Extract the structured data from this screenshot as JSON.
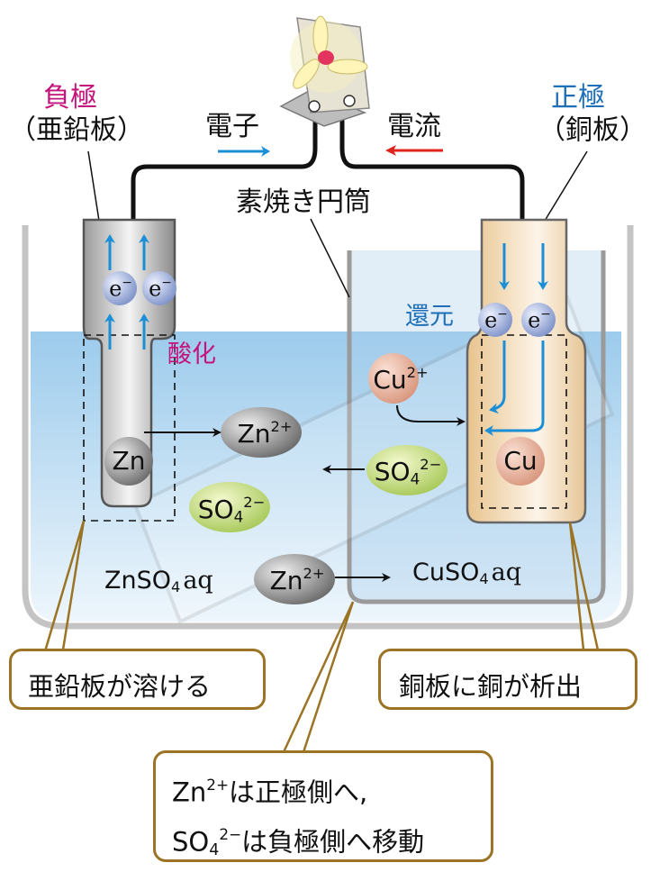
{
  "title": "Daniell cell diagram",
  "negative_electrode": {
    "label": "負極",
    "material": "（亜鉛板）",
    "color": "#c4137a"
  },
  "positive_electrode": {
    "label": "正極",
    "material": "（銅板）",
    "color": "#1e6fb8"
  },
  "electron_flow": {
    "label": "電子",
    "direction": "right",
    "color": "#1a8fd6"
  },
  "current_flow": {
    "label": "電流",
    "direction": "left",
    "color": "#e0231c"
  },
  "porous_cup_label": "素焼き円筒",
  "oxidation_label": "酸化",
  "reduction_label": "還元",
  "electron_symbol": "e",
  "electron_charge": "−",
  "ions": {
    "zn_atom": "Zn",
    "zn_ion": {
      "base": "Zn",
      "charge": "2+"
    },
    "cu_ion": {
      "base": "Cu",
      "charge": "2+"
    },
    "cu_atom": "Cu",
    "sulfate": {
      "base": "SO",
      "sub": "4",
      "charge": "2−"
    }
  },
  "solutions": {
    "left": {
      "base": "ZnSO",
      "sub": "4",
      "suffix": "aq"
    },
    "right": {
      "base": "CuSO",
      "sub": "4",
      "suffix": "aq"
    }
  },
  "callouts": {
    "zinc_dissolves": "亜鉛板が溶ける",
    "copper_deposits": "銅板に銅が析出",
    "migration": {
      "line1_ion": "Zn",
      "line1_charge": "2+",
      "line1_text": "は正極側へ,",
      "line2_ion": "SO",
      "line2_sub": "4",
      "line2_charge": "2−",
      "line2_text": "は負極側へ移動"
    }
  },
  "colors": {
    "callout_border": "#9a7424",
    "solution_top": "#9ccbec",
    "copper_plate": "#eecf9f",
    "zinc_plate": "#c9c9c9"
  }
}
